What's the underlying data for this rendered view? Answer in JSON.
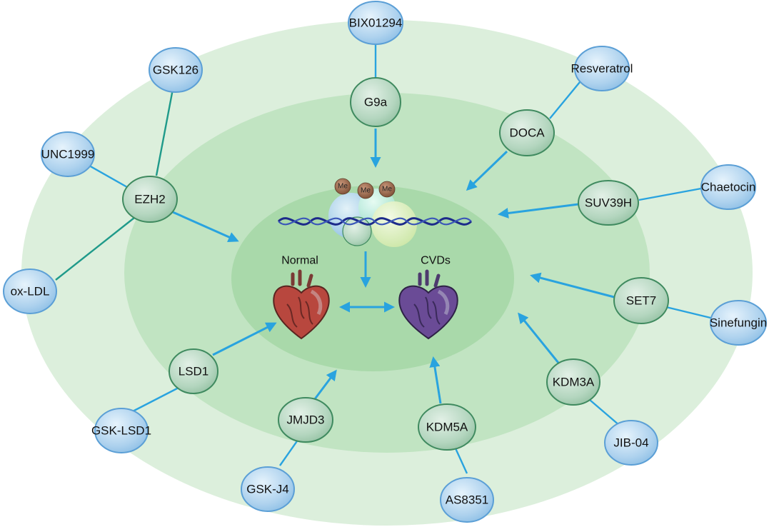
{
  "colors": {
    "outer_ring": "#dcefdc",
    "middle_ring": "#bfe3bf",
    "inner_ring": "#a8d8a8",
    "drug_node_fill": "#aed2ee",
    "drug_node_stroke": "#5b9fd6",
    "enzyme_node_fill": "#b4d6bf",
    "enzyme_node_stroke": "#3f8a5f",
    "inhibit_line": "#1f9a8a",
    "arrow": "#29a3df",
    "dna_strand": "#1c2a8a",
    "me_group": "#8a5a3e",
    "normal_heart": "#b8473e",
    "cvd_heart": "#6a4b96"
  },
  "enzymes": [
    {
      "id": "g9a",
      "label": "G9a"
    },
    {
      "id": "doca",
      "label": "DOCA"
    },
    {
      "id": "ezh2",
      "label": "EZH2"
    },
    {
      "id": "suv39h",
      "label": "SUV39H"
    },
    {
      "id": "set7",
      "label": "SET7"
    },
    {
      "id": "lsd1",
      "label": "LSD1"
    },
    {
      "id": "kdm3a",
      "label": "KDM3A"
    },
    {
      "id": "jmjd3",
      "label": "JMJD3"
    },
    {
      "id": "kdm5a",
      "label": "KDM5A"
    }
  ],
  "drugs": [
    {
      "id": "bix01294",
      "label": "BIX01294"
    },
    {
      "id": "gsk126",
      "label": "GSK126"
    },
    {
      "id": "resveratrol",
      "label": "Resveratrol"
    },
    {
      "id": "unc1999",
      "label": "UNC1999"
    },
    {
      "id": "chaetocin",
      "label": "Chaetocin"
    },
    {
      "id": "oxldl",
      "label": "ox-LDL"
    },
    {
      "id": "sinefungin",
      "label": "Sinefungin"
    },
    {
      "id": "gsklsd1",
      "label": "GSK-LSD1"
    },
    {
      "id": "jib04",
      "label": "JIB-04"
    },
    {
      "id": "gskj4",
      "label": "GSK-J4"
    },
    {
      "id": "as8351",
      "label": "AS8351"
    }
  ],
  "center": {
    "me_label": "Me",
    "normal_label": "Normal",
    "cvd_label": "CVDs"
  }
}
